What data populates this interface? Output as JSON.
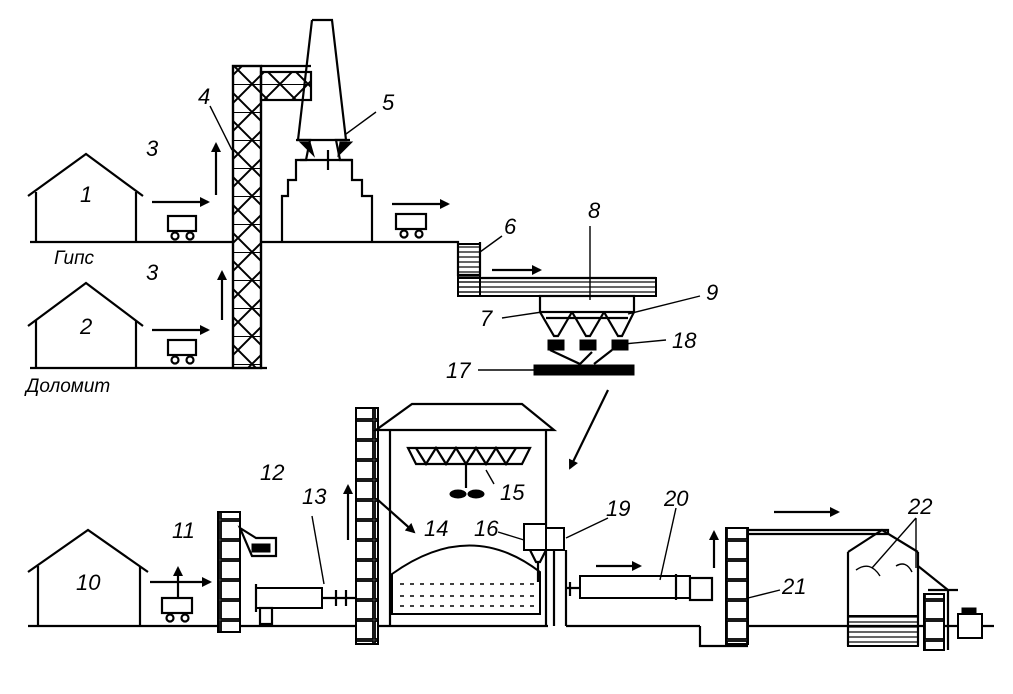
{
  "labels": {
    "gypsum": "Гипс",
    "dolomite": "Доломит"
  },
  "numbers": {
    "n1": "1",
    "n2": "2",
    "n3a": "3",
    "n3b": "3",
    "n4": "4",
    "n5": "5",
    "n6": "6",
    "n7": "7",
    "n8": "8",
    "n9": "9",
    "n10": "10",
    "n11": "11",
    "n12": "12",
    "n13": "13",
    "n14": "14",
    "n15": "15",
    "n16": "16",
    "n17": "17",
    "n18": "18",
    "n19": "19",
    "n20": "20",
    "n21": "21",
    "n22": "22"
  }
}
